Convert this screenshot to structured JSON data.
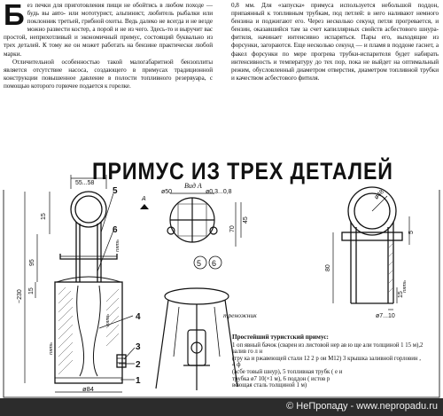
{
  "article": {
    "dropcap": "Б",
    "left_p1": "ез печки для приготовления пищи не обойтись в любом походе — будь вы авто- или мототурист, альпинист, любитель рыбалки или поклонник третьей, грибной охоты. Ведь далеко не всегда и не везде можно развести костер, а порой и не из чего. Здесь-то и выручит вас простой, неприхотливый и экономичный примус, состоящий буквально из трех деталей. К тому же он может работать на бензине практически любой марки.",
    "left_p2": "Отличительной особенностью такой малогабаритной бензоплиты является отсутствие насоса, создающего в примусах традиционной конструкции повышенное давление в полости топливного резервуара, с помощью которого горючее подается к горелке.",
    "right_p1": "0,8 мм. Для «запуска» примуса используется небольшой поддон, припаянный к топливным трубкам, под петлей: в него наливают немного бензина и поджигают его. Через несколько секунд петля прогревается, и бензин, оказавшийся там за счет капиллярных свойств асбестового шнура-фитиля, начинает интенсивно испаряться. Пары его, выходящие из форсунки, загораются. Еще несколько секунд — и пламя в поддоне гаснет, а факел форсунки по мере прогрева трубки-испарителя будет набирать интенсивность и температуру до тех пор, пока не выйдет на оптимальный режим, обусловленный диаметром отверстия, диаметром топливной трубки и качеством асбестового фитиля."
  },
  "title": "ПРИМУС ИЗ ТРЕХ ДЕТАЛЕЙ",
  "drawing": {
    "dim_55_58": "55...58",
    "dim_15": "15",
    "dim_95": "95",
    "dim_230": "~230",
    "dim_15b": "15",
    "dim_84": "ø84",
    "dim_50": "ø50",
    "dim_03_08": "ø0,3...0,8",
    "dim_70": "70",
    "dim_45": "45",
    "dim_48": "ø48",
    "dim_80": "80",
    "dim_5": "5",
    "dim_15c": "15",
    "dim_7_10": "ø7...10",
    "view_a": "Вид А",
    "view_arrow": "А",
    "solder1": "пять",
    "solder2": "пять",
    "solder3": "пять",
    "solder4": "пять",
    "tripod": "треножник",
    "part_1": "1",
    "part_2": "2",
    "part_3": "3",
    "part_4": "4",
    "part_5": "5",
    "part_5b": "5",
    "part_6": "6",
    "part_6b": "6"
  },
  "legend": {
    "title": "Простейший туристский примус:",
    "l1": "1 оп явный бачок (сварен из листовой нер ав ю ще али толщиной 1 15 м),2 залив го л н",
    "l2": "(тру ка и  ржавеющей стали  12  2    р  ои  М12)  3  крышка заливной горловин , 4  ф",
    "l3": "(асбе товый шнур), 5  топливная трубк   ( е  и",
    "l4": "трубка ø7 10(×1 м), 6 поддон ( истов  р",
    "l5": "веющая сталь толщиной 1  м)"
  },
  "footer": {
    "watermark": "© НеПропаду - www.nepropadu.ru"
  }
}
